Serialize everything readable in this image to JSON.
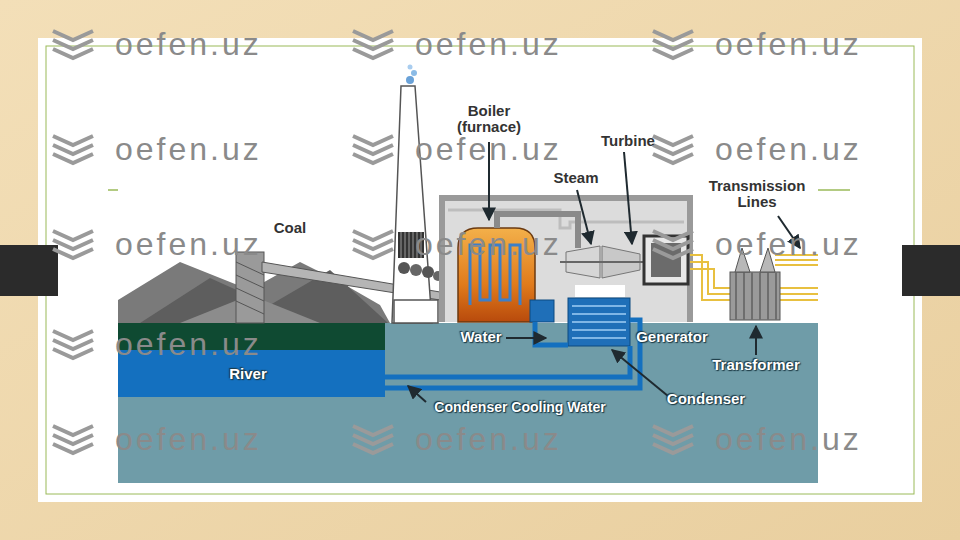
{
  "diagram": {
    "labels": [
      "Boiler (furnace)",
      "Turbine",
      "Steam",
      "Transmission Lines",
      "Coal",
      "Water",
      "Generator",
      "Transformer",
      "River",
      "Condenser Cooling Water",
      "Condenser",
      "oefen.uz",
      "oefen.uz",
      "oefen.uz",
      "oefen.uz",
      "oefen.uz",
      "oefen.uz",
      "oefen.uz",
      "oefen.uz",
      "oefen.uz",
      "oefen.uz",
      "oefen.uz",
      "oefen.uz",
      "oefen.uz"
    ]
  }
}
